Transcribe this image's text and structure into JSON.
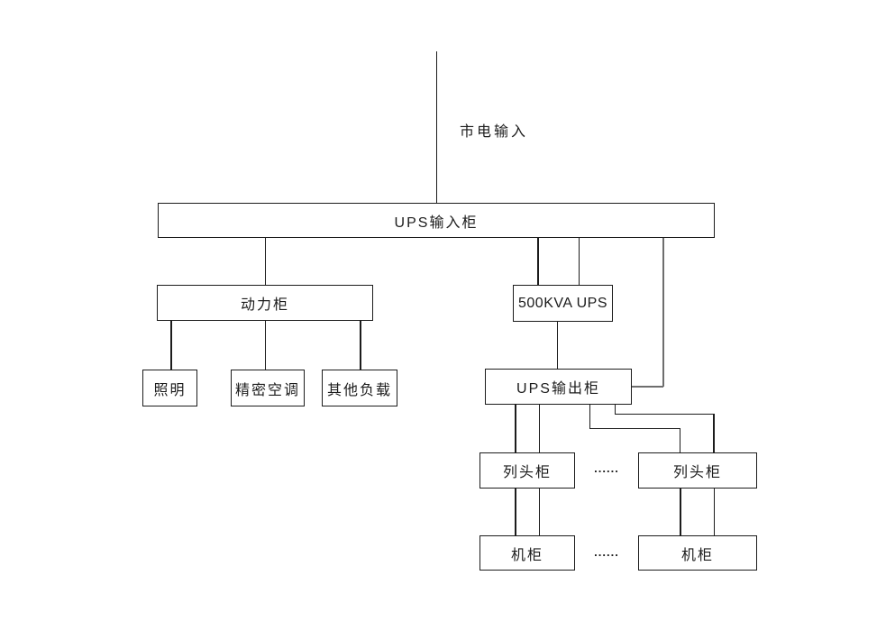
{
  "diagram": {
    "mains_label": "市电输入",
    "nodes": {
      "ups_input": "UPS输入柜",
      "power_cabinet": "动力柜",
      "lighting": "照明",
      "precision_ac": "精密空调",
      "other_load": "其他负载",
      "ups_500kva": "500KVA UPS",
      "ups_output": "UPS输出柜",
      "row_head_left": "列头柜",
      "row_head_right": "列头柜",
      "rack_left": "机柜",
      "rack_right": "机柜"
    },
    "ellipsis": {
      "row_head": "......",
      "rack": "......"
    },
    "colors": {
      "line": "#1c1c1c",
      "gray_line": "#6e6e6e",
      "background": "#ffffff",
      "text": "#1c1c1c"
    }
  }
}
